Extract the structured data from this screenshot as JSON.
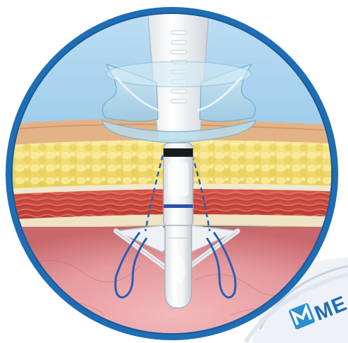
{
  "brand": {
    "text": "ME",
    "logo_icon": "stylized-m-square-icon"
  },
  "colors": {
    "frame_blue": "#1f6db4",
    "sky_blue": "#a9d3ee",
    "skin_tan": "#e2b48a",
    "fat_yellow": "#f2de72",
    "fascia_cream": "#efe6cf",
    "muscle_red": "#c9473b",
    "peritoneum_pink": "#e8a3a6",
    "suture_blue": "#2c5fb8",
    "device_white": "#f3f5f7",
    "device_black": "#1a1a1a"
  },
  "layers": [
    "air",
    "skin",
    "subcutaneous-fat",
    "fascia",
    "muscle",
    "fascia",
    "peritoneal-cavity"
  ]
}
